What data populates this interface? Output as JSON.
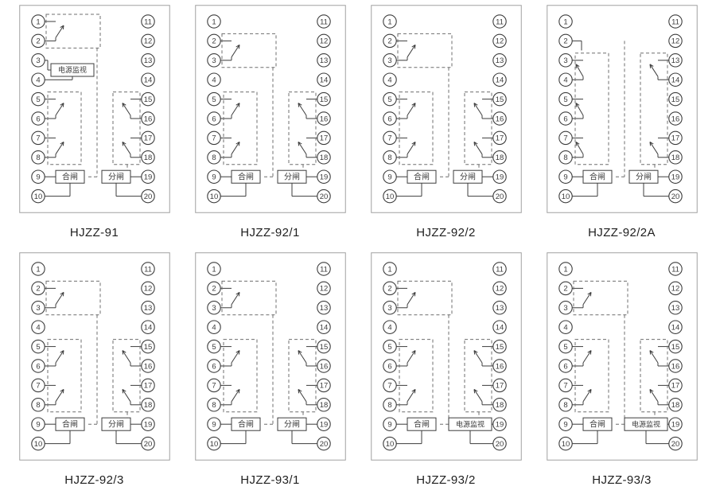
{
  "figure": {
    "background": "#ffffff",
    "border_color": "#a0a0a0",
    "line_color": "#3c3c3c",
    "dash_color": "#6f6f6f",
    "label_color": "#1f1f1f"
  },
  "labels": {
    "close_box": "合闸",
    "trip_box": "分闸",
    "monitor_box": "电源监视"
  },
  "diagrams": [
    {
      "label": "HJZZ-91",
      "left_terminals": [
        "1",
        "2",
        "3",
        "4",
        "5",
        "6",
        "7",
        "8",
        "9",
        "10"
      ],
      "right_terminals": [
        "11",
        "12",
        "13",
        "14",
        "15",
        "16",
        "17",
        "18",
        "19",
        "20"
      ],
      "top_switch_row": 1,
      "left_switch_rows": [
        5,
        7
      ],
      "right_switch_rows": [
        15,
        17
      ],
      "flip_left": false,
      "inline_monitor": true,
      "bottom_left_box": "合闸",
      "bottom_right_box": "分闸",
      "stub_rows": []
    },
    {
      "label": "HJZZ-92/1",
      "left_terminals": [
        "1",
        "2",
        "3",
        "4",
        "5",
        "6",
        "7",
        "8",
        "9",
        "10"
      ],
      "right_terminals": [
        "11",
        "12",
        "13",
        "14",
        "15",
        "16",
        "17",
        "18",
        "19",
        "20"
      ],
      "top_switch_row": 2,
      "left_switch_rows": [
        5,
        7
      ],
      "right_switch_rows": [
        15,
        17
      ],
      "flip_left": false,
      "inline_monitor": false,
      "bottom_left_box": "合闸",
      "bottom_right_box": "分闸",
      "stub_rows": []
    },
    {
      "label": "HJZZ-92/2",
      "left_terminals": [
        "1",
        "2",
        "3",
        "4",
        "5",
        "6",
        "7",
        "8",
        "9",
        "10"
      ],
      "right_terminals": [
        "11",
        "12",
        "13",
        "14",
        "15",
        "16",
        "17",
        "18",
        "19",
        "20"
      ],
      "top_switch_row": 2,
      "left_switch_rows": [
        5,
        7
      ],
      "right_switch_rows": [
        15,
        17
      ],
      "flip_left": false,
      "inline_monitor": false,
      "bottom_left_box": "合闸",
      "bottom_right_box": "分闸",
      "stub_rows": []
    },
    {
      "label": "HJZZ-92/2A",
      "left_terminals": [
        "1",
        "2",
        "3",
        "4",
        "5",
        "6",
        "7",
        "8",
        "9",
        "10"
      ],
      "right_terminals": [
        "11",
        "12",
        "13",
        "14",
        "15",
        "16",
        "17",
        "18",
        "19",
        "20"
      ],
      "top_switch_row": null,
      "left_switch_rows": [
        3,
        5,
        7
      ],
      "right_switch_rows": [
        13,
        17
      ],
      "flip_left": true,
      "inline_monitor": false,
      "bottom_left_box": "合闸",
      "bottom_right_box": "分闸",
      "stub_rows": [
        2
      ]
    },
    {
      "label": "HJZZ-92/3",
      "left_terminals": [
        "1",
        "2",
        "3",
        "4",
        "5",
        "6",
        "7",
        "8",
        "9",
        "10"
      ],
      "right_terminals": [
        "11",
        "12",
        "13",
        "14",
        "15",
        "16",
        "17",
        "18",
        "19",
        "20"
      ],
      "top_switch_row": 2,
      "left_switch_rows": [
        5,
        7
      ],
      "right_switch_rows": [
        15,
        17
      ],
      "flip_left": false,
      "inline_monitor": false,
      "bottom_left_box": "合闸",
      "bottom_right_box": "分闸",
      "stub_rows": []
    },
    {
      "label": "HJZZ-93/1",
      "left_terminals": [
        "1",
        "2",
        "3",
        "4",
        "5",
        "6",
        "7",
        "8",
        "9",
        "10"
      ],
      "right_terminals": [
        "11",
        "12",
        "13",
        "14",
        "15",
        "16",
        "17",
        "18",
        "19",
        "20"
      ],
      "top_switch_row": 2,
      "left_switch_rows": [
        5,
        7
      ],
      "right_switch_rows": [
        15,
        17
      ],
      "flip_left": false,
      "inline_monitor": false,
      "bottom_left_box": "合闸",
      "bottom_right_box": "分闸",
      "stub_rows": []
    },
    {
      "label": "HJZZ-93/2",
      "left_terminals": [
        "1",
        "2",
        "3",
        "4",
        "5",
        "6",
        "7",
        "8",
        "9",
        "10"
      ],
      "right_terminals": [
        "11",
        "12",
        "13",
        "14",
        "15",
        "16",
        "17",
        "18",
        "19",
        "20"
      ],
      "top_switch_row": 2,
      "left_switch_rows": [
        5,
        7
      ],
      "right_switch_rows": [
        15,
        17
      ],
      "flip_left": false,
      "inline_monitor": false,
      "bottom_left_box": "合闸",
      "bottom_right_box": "电源监视",
      "stub_rows": []
    },
    {
      "label": "HJZZ-93/3",
      "left_terminals": [
        "1",
        "2",
        "3",
        "4",
        "5",
        "6",
        "7",
        "8",
        "9",
        "10"
      ],
      "right_terminals": [
        "11",
        "12",
        "13",
        "14",
        "15",
        "16",
        "17",
        "18",
        "19",
        "20"
      ],
      "top_switch_row": 2,
      "left_switch_rows": [
        5,
        7
      ],
      "right_switch_rows": [
        15,
        17
      ],
      "flip_left": false,
      "inline_monitor": false,
      "bottom_left_box": "合闸",
      "bottom_right_box": "电源监视",
      "stub_rows": []
    }
  ]
}
